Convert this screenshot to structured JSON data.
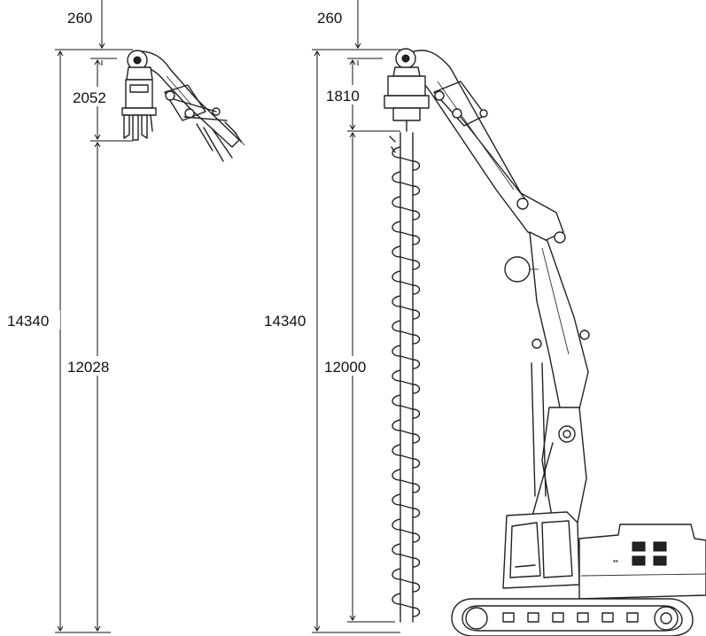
{
  "left_machine": {
    "overall_height": "14340",
    "top_clearance": "260",
    "attachment_length": "2052",
    "lower_height": "12028"
  },
  "right_machine": {
    "overall_height": "14340",
    "top_clearance": "260",
    "auger_drive_length": "1810",
    "auger_length": "12000"
  },
  "colors": {
    "line": "#111111",
    "background": "#ffffff"
  }
}
